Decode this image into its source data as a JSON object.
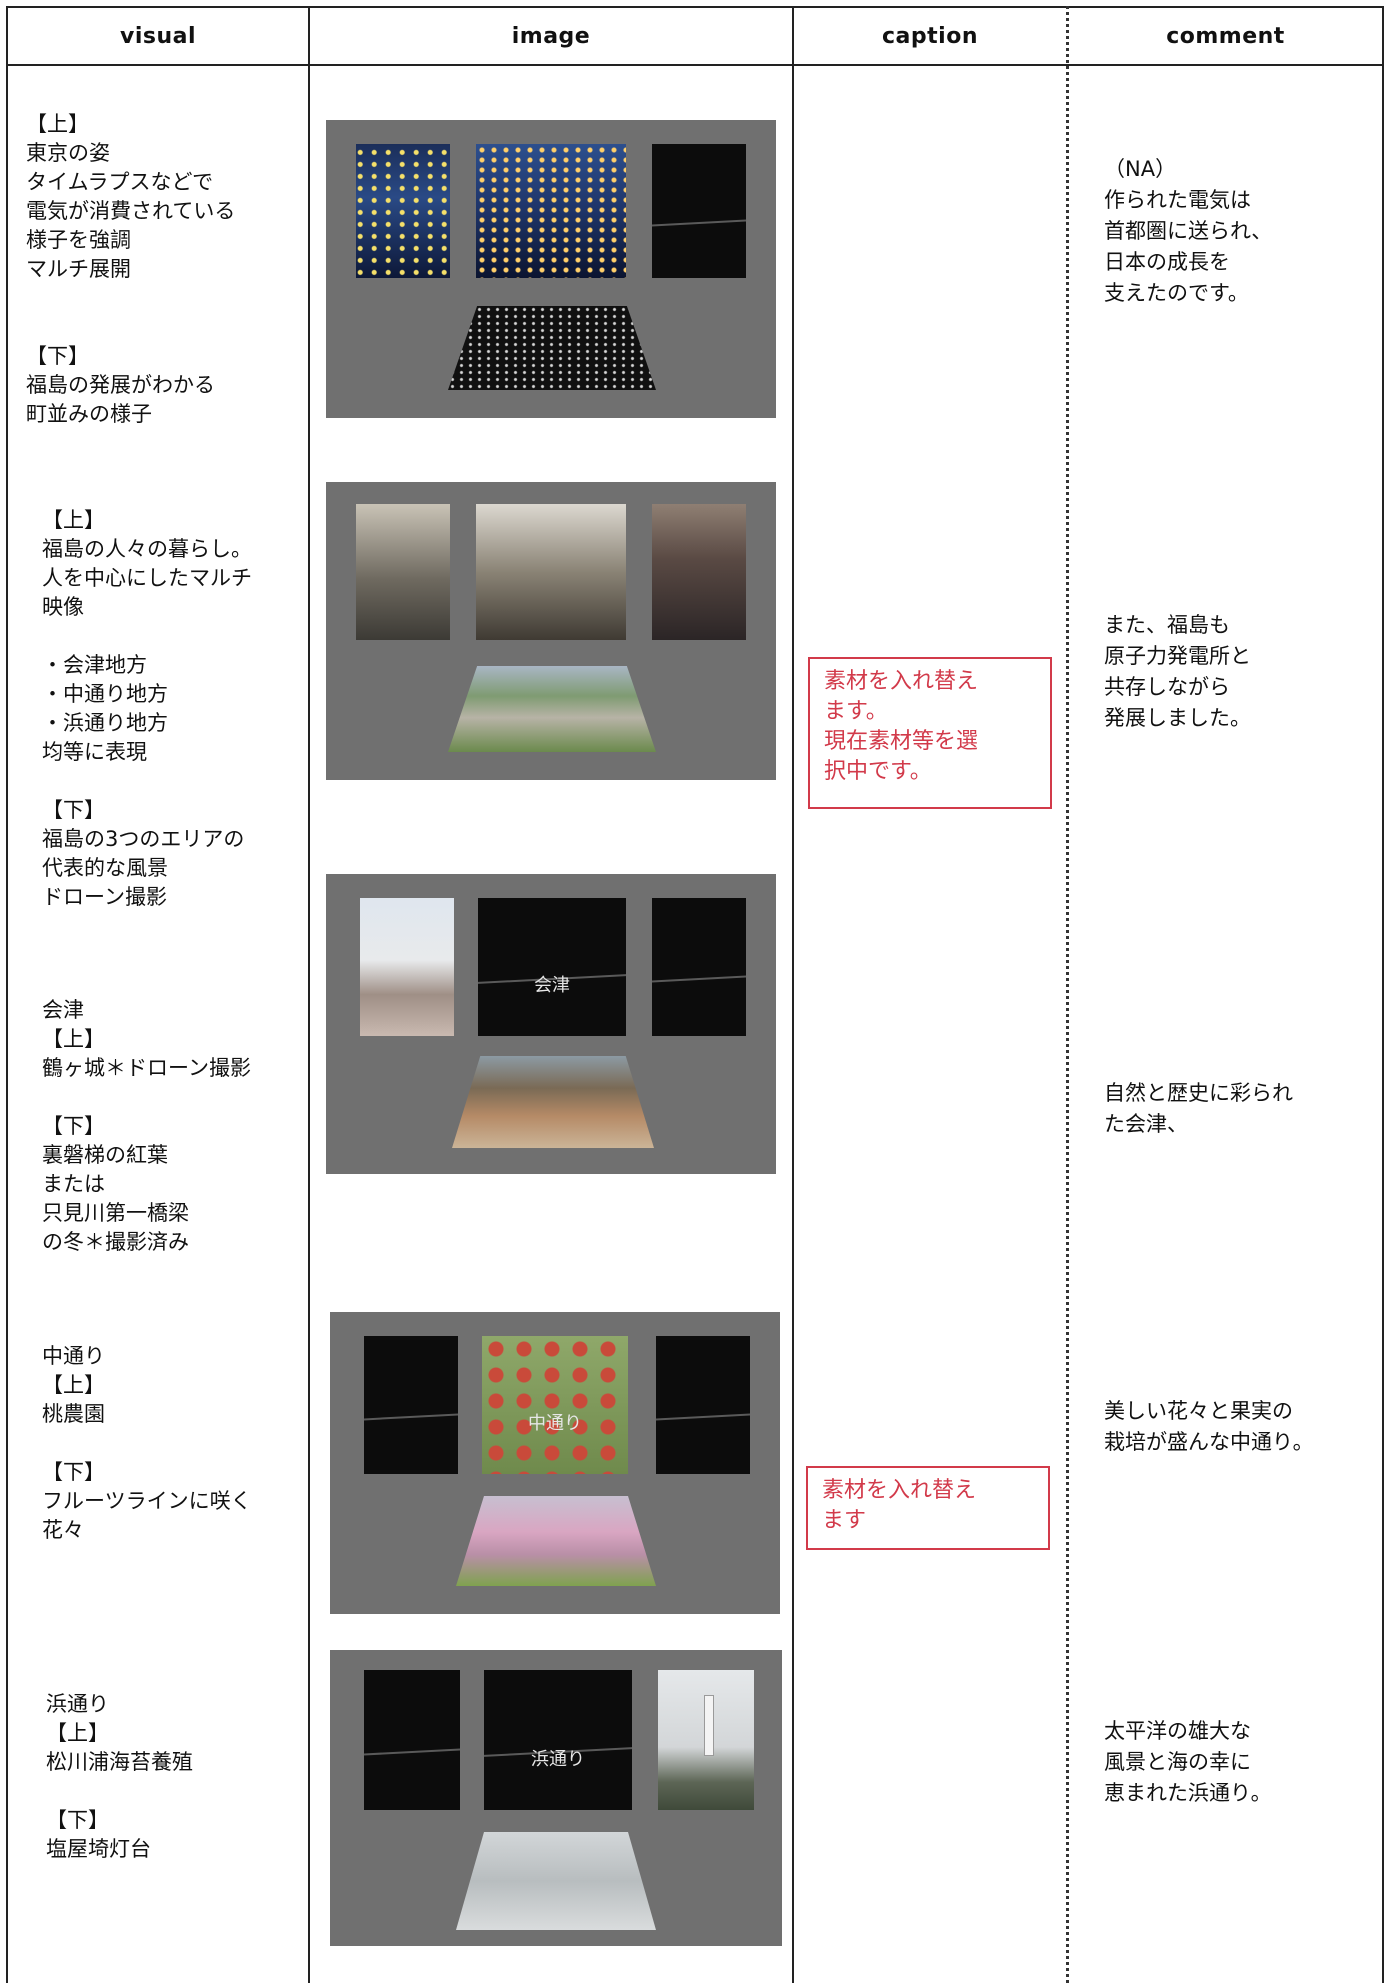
{
  "headers": {
    "visual": "visual",
    "image": "image",
    "caption": "caption",
    "comment": "comment"
  },
  "rows": [
    {
      "visual": "【上】\n東京の姿\nタイムラプスなどで\n電気が消費されている\n様子を強調\nマルチ展開\n\n\n【下】\n福島の発展がわかる\n町並みの様子",
      "comment": "（NA）\n作られた電気は\n首都圏に送られ、\n日本の成長を\n支えたのです。",
      "panels": [
        "city-night-photo",
        "tokyo-tower-photo",
        "black-screen",
        "night-town-ground"
      ]
    },
    {
      "visual": "【上】\n福島の人々の暮らし。\n人を中心にしたマルチ\n映像\n\n・会津地方\n・中通り地方\n・浜通り地方\n均等に表現\n\n【下】\n福島の3つのエリアの\n代表的な風景\nドローン撮影",
      "comment": "また、福島も\n原子力発電所と\n共存しながら\n発展しました。",
      "caption": "素材を入れ替え\nます。\n現在素材等を選\n択中です。",
      "panels": [
        "people-photo-left",
        "people-photo-center",
        "people-photo-right",
        "aerial-ground"
      ]
    },
    {
      "visual": "会津\n【上】\n鶴ヶ城＊ドローン撮影\n\n【下】\n裏磐梯の紅葉\nまたは\n只見川第一橋梁\nの冬＊撮影済み",
      "comment": "自然と歴史に彩られ\nた会津、",
      "panel_label": "会津",
      "panels": [
        "castle-photo",
        "black-screen-labeled",
        "black-screen",
        "autumn-ground"
      ]
    },
    {
      "visual": "中通り\n【上】\n桃農園\n\n【下】\nフルーツラインに咲く\n花々",
      "comment": "美しい花々と果実の\n栽培が盛んな中通り。",
      "caption": "素材を入れ替え\nます",
      "panel_label": "中通り",
      "panels": [
        "black-screen",
        "apple-orchard-photo",
        "black-screen",
        "blossom-ground"
      ]
    },
    {
      "visual": "浜通り\n【上】\n松川浦海苔養殖\n\n【下】\n塩屋埼灯台",
      "comment": "太平洋の雄大な\n風景と海の幸に\n恵まれた浜通り。",
      "panel_label": "浜通り",
      "panels": [
        "black-screen",
        "black-screen-labeled",
        "lighthouse-photo",
        "sea-ground"
      ]
    }
  ]
}
